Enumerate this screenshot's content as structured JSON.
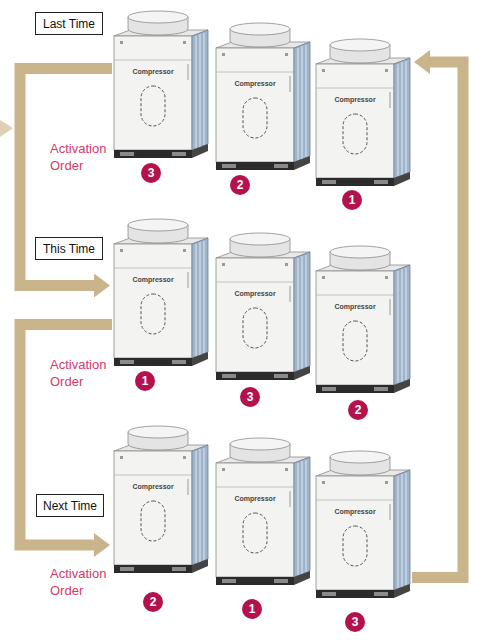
{
  "diagram": {
    "nodes": [
      {
        "text": [
          "Last Time"
        ]
      },
      {
        "text": [
          "Compressor"
        ]
      },
      {
        "text": [
          "Compressor"
        ]
      },
      {
        "text": [
          "Compressor"
        ]
      },
      {
        "text": [
          "3"
        ]
      },
      {
        "text": [
          "2"
        ]
      },
      {
        "text": [
          "1"
        ]
      },
      {
        "text": [
          "This Time"
        ]
      },
      {
        "text": [
          "Compressor"
        ]
      },
      {
        "text": [
          "Compressor"
        ]
      },
      {
        "text": [
          "Compressor"
        ]
      },
      {
        "text": [
          "1"
        ]
      },
      {
        "text": [
          "3"
        ]
      },
      {
        "text": [
          "2"
        ]
      },
      {
        "text": [
          "Next Time"
        ]
      },
      {
        "text": [
          "Compressor"
        ]
      },
      {
        "text": [
          "Compressor"
        ]
      },
      {
        "text": [
          "Compressor"
        ]
      },
      {
        "text": [
          "2"
        ]
      },
      {
        "text": [
          "1"
        ]
      },
      {
        "text": [
          "3"
        ]
      }
    ],
    "edges": [
      {
        "from": 1,
        "to": 8,
        "arrow": "to"
      },
      {
        "from": 8,
        "to": 15,
        "arrow": "to"
      },
      {
        "from": 17,
        "to": 3,
        "arrow": "to"
      }
    ],
    "labels": [
      "Activation Order",
      "Activation Order",
      "Activation Order"
    ]
  }
}
